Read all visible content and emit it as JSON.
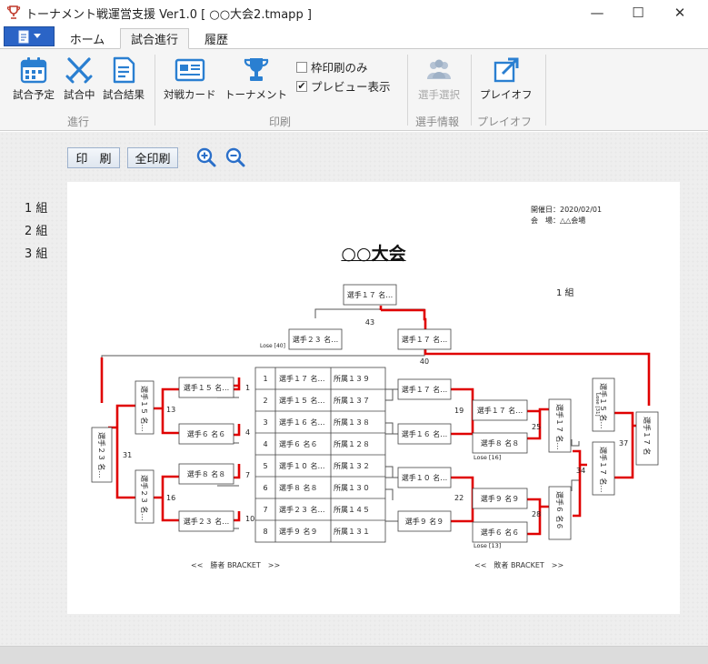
{
  "window": {
    "title": "トーナメント戦運営支援  Ver1.0 [ ○○大会2.tmapp ]",
    "minimize": "—",
    "maximize": "☐",
    "close": "✕"
  },
  "tabs": [
    {
      "label": "ホーム"
    },
    {
      "label": "試合進行",
      "active": true
    },
    {
      "label": "履歴"
    }
  ],
  "ribbon": {
    "buttons": {
      "schedule": {
        "label": "試合予定",
        "icon": "calendar-icon"
      },
      "in_progress": {
        "label": "試合中",
        "icon": "crossed-swords-icon"
      },
      "results": {
        "label": "試合結果",
        "icon": "document-icon"
      },
      "match_card": {
        "label": "対戦カード",
        "icon": "card-icon"
      },
      "tournament": {
        "label": "トーナメント",
        "icon": "trophy-icon"
      },
      "select_players": {
        "label": "選手選択",
        "icon": "people-icon",
        "disabled": true
      },
      "playoff": {
        "label": "プレイオフ",
        "icon": "export-icon"
      }
    },
    "checkboxes": {
      "frame_only": {
        "label": "枠印刷のみ",
        "checked": false
      },
      "preview": {
        "label": "プレビュー表示",
        "checked": true
      }
    },
    "groups": {
      "progress": "進行",
      "print": "印刷",
      "player_info": "選手情報",
      "playoff": "プレイオフ"
    }
  },
  "toolbar": {
    "print": "印　刷",
    "print_all": "全印刷",
    "zoom_in_icon": "zoom-in-icon",
    "zoom_out_icon": "zoom-out-icon"
  },
  "group_list": [
    "1 組",
    "2 組",
    "3 組"
  ],
  "document": {
    "date": "開催日：2020/02/01",
    "venue": "会　場：△△会場",
    "title": "○○大会",
    "group": "1 組",
    "winners_label": "<<　勝者 BRACKET　>>",
    "losers_label": "<<　敗者 BRACKET　>>",
    "accent_color": "#e00000",
    "entries": [
      {
        "seed": "1",
        "name": "選手１７ 名…",
        "affiliation": "所属１３９"
      },
      {
        "seed": "2",
        "name": "選手１５ 名…",
        "affiliation": "所属１３７"
      },
      {
        "seed": "3",
        "name": "選手１６ 名…",
        "affiliation": "所属１３８"
      },
      {
        "seed": "4",
        "name": "選手６ 名６",
        "affiliation": "所属１２８"
      },
      {
        "seed": "5",
        "name": "選手１０ 名…",
        "affiliation": "所属１３２"
      },
      {
        "seed": "6",
        "name": "選手８ 名８",
        "affiliation": "所属１３０"
      },
      {
        "seed": "7",
        "name": "選手２３ 名…",
        "affiliation": "所属１４５"
      },
      {
        "seed": "8",
        "name": "選手９ 名９",
        "affiliation": "所属１３１"
      }
    ],
    "winners": {
      "r1": [
        "選手１５ 名…",
        "選手６ 名６",
        "選手８ 名８",
        "選手２３ 名…"
      ],
      "r1_match": [
        "1",
        "4",
        "7",
        "10"
      ],
      "r2": [
        "選手１５ 名…",
        "選手２３ 名…"
      ],
      "r2_match": [
        "13",
        "16"
      ],
      "final": "選手２３ 名…",
      "final_match": "31"
    },
    "losers": {
      "r1": [
        "選手１７ 名…",
        "選手１６ 名…",
        "選手１０ 名…",
        "選手９ 名９"
      ],
      "r2": [
        "選手１７ 名…",
        "選手８ 名８",
        "選手９ 名９",
        "選手６ 名６"
      ],
      "r2_match": [
        "19",
        "22"
      ],
      "lose_notes": [
        "Lose [16]",
        "Lose [13]"
      ],
      "r3": [
        "選手１７ 名…",
        "選手６ 名６"
      ],
      "r3_match": [
        "25",
        "28"
      ],
      "semi": [
        "選手１５ 名…",
        "選手１７ 名…"
      ],
      "semi_lose_note": "Lose [31]",
      "semi_match": "34",
      "final": "選手１７ 名",
      "final_match": "37"
    },
    "grand_final": {
      "left": "選手２３ 名…",
      "left_note": "Lose [40]",
      "right": "選手１７ 名…",
      "winner": "選手１７ 名…",
      "match": "43",
      "prev_match": "40"
    }
  }
}
